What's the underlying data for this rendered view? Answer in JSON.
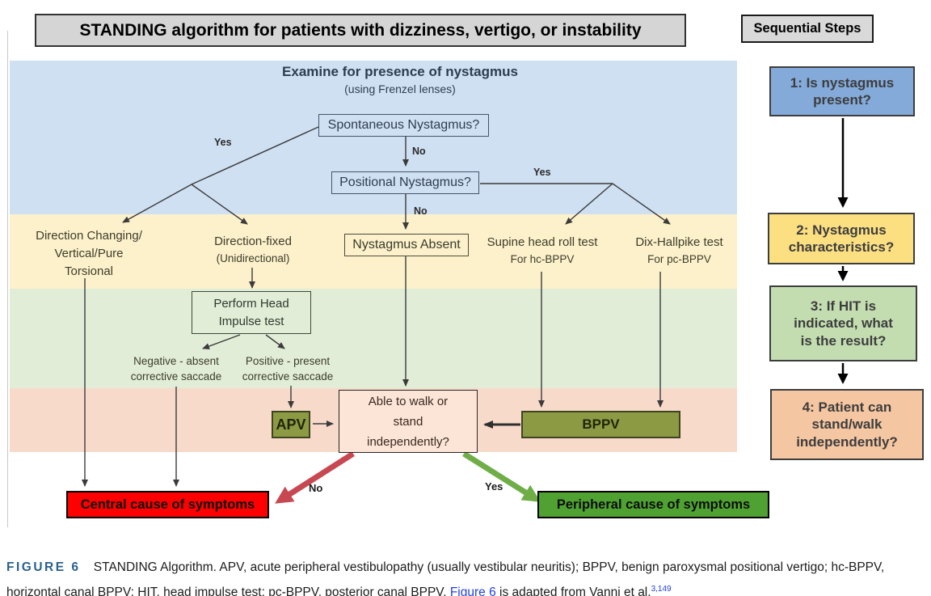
{
  "title": "STANDING algorithm for patients with dizziness, vertigo, or instability",
  "sequential": {
    "header": "Sequential Steps",
    "step1": {
      "l1": "1: Is nystagmus",
      "l2": "present?"
    },
    "step2": {
      "l1": "2: Nystagmus",
      "l2": "characteristics?"
    },
    "step3": {
      "l1": "3: If HIT is",
      "l2": "indicated, what",
      "l3": "is the result?"
    },
    "step4": {
      "l1": "4: Patient can",
      "l2": "stand/walk",
      "l3": "independently?"
    }
  },
  "flow": {
    "examine_header": "Examine for presence of nystagmus",
    "examine_sub": "(using Frenzel lenses)",
    "spontaneous": "Spontaneous Nystagmus?",
    "positional": "Positional Nystagmus?",
    "nystagmus_absent": "Nystagmus Absent",
    "direction_changing": {
      "l1": "Direction Changing/",
      "l2": "Vertical/Pure",
      "l3": "Torsional"
    },
    "direction_fixed": {
      "l1": "Direction-fixed",
      "l2": "(Unidirectional)"
    },
    "supine": {
      "l1": "Supine head roll test",
      "l2": "For hc-BPPV"
    },
    "dix": {
      "l1": "Dix-Hallpike test",
      "l2": "For pc-BPPV"
    },
    "perform_hit": {
      "l1": "Perform Head",
      "l2": "Impulse test"
    },
    "negative": {
      "l1": "Negative - absent",
      "l2": "corrective saccade"
    },
    "positive": {
      "l1": "Positive - present",
      "l2": "corrective saccade"
    },
    "apv": "APV",
    "bppv": "BPPV",
    "able": {
      "l1": "Able to walk or",
      "l2": "stand",
      "l3": "independently?"
    },
    "central": "Central cause of symptoms",
    "peripheral": "Peripheral cause of symptoms",
    "labels": {
      "yes1": "Yes",
      "no1": "No",
      "no2": "No",
      "yes2": "Yes",
      "no3": "No",
      "yes3": "Yes"
    }
  },
  "caption": {
    "figure_label": "FIGURE 6",
    "text1": "STANDING Algorithm. APV, acute peripheral vestibulopathy (usually vestibular neuritis); BPPV, benign paroxysmal positional vertigo; hc-BPPV, horizontal canal BPPV; HIT, head impulse test; pc-BPPV, posterior canal BPPV.",
    "link": "Figure 6",
    "text2": "is adapted from Vanni et al.",
    "citation": "3,149"
  },
  "colors": {
    "band_blue": "#cfe0f2",
    "band_yellow": "#fdf1cb",
    "band_green": "#e2edd8",
    "band_pink": "#f8dacb",
    "step_blue": "#83aad9",
    "step_yellow": "#fbdf81",
    "step_green": "#c3ddb0",
    "step_peach": "#f4c6a1",
    "olive_box": "#8c9a44",
    "central_red": "#fe0000",
    "peripheral_green": "#4fa232",
    "no_arrow_red": "#c74850",
    "yes_arrow_green": "#6fad47"
  }
}
